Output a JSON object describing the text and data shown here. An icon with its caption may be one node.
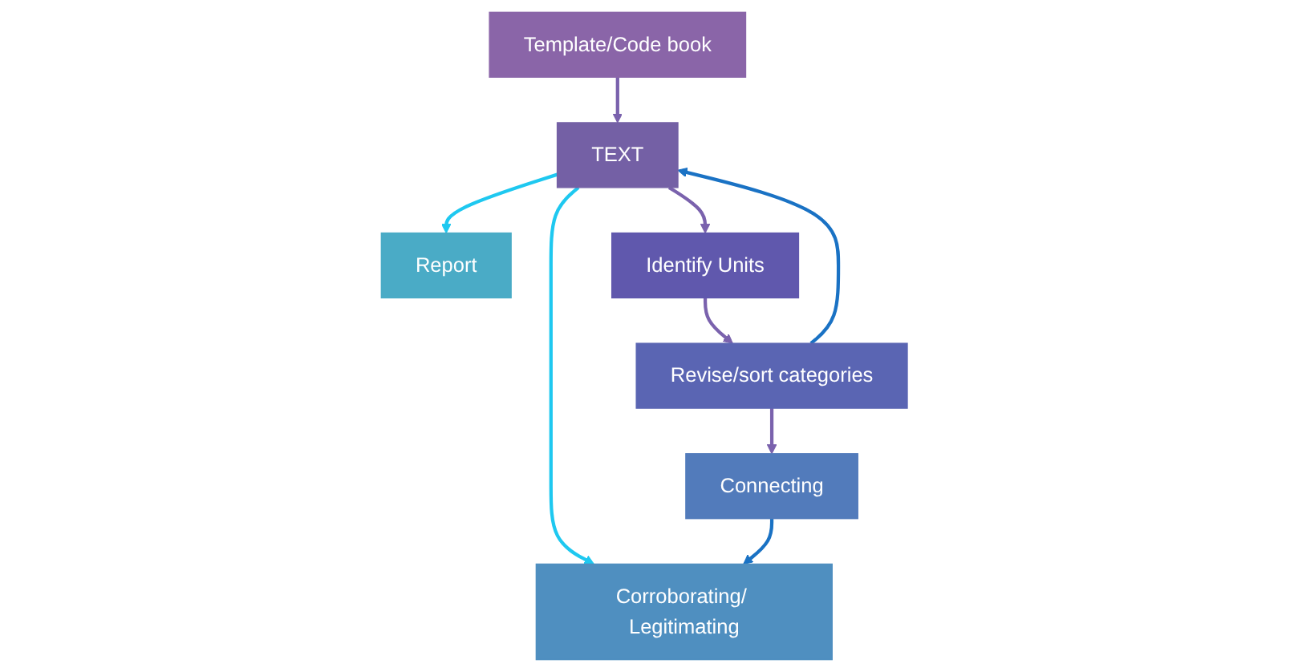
{
  "diagram": {
    "nodes": [
      {
        "text": [
          "Template/Code book"
        ]
      },
      {
        "text": [
          "Report"
        ]
      },
      {
        "text": [
          "TEXT"
        ]
      },
      {
        "text": [
          "Corroborating/ Legitimating"
        ]
      },
      {
        "text": [
          "Identify Units"
        ]
      },
      {
        "text": [
          "Revise/sort categories"
        ]
      },
      {
        "text": [
          "Connecting"
        ]
      }
    ],
    "edges": [
      {
        "from": 0,
        "to": 2,
        "arrow": "to"
      },
      {
        "from": 2,
        "to": 1,
        "arrow": "to",
        "color": "#1ec8f0"
      },
      {
        "from": 2,
        "to": 3,
        "arrow": "to",
        "color": "#1ec8f0"
      },
      {
        "from": 2,
        "to": 4,
        "arrow": "to"
      },
      {
        "from": 4,
        "to": 5,
        "arrow": "to"
      },
      {
        "from": 5,
        "to": 6,
        "arrow": "to"
      },
      {
        "from": 5,
        "to": 2,
        "arrow": "to",
        "color": "#1a72c4"
      },
      {
        "from": 6,
        "to": 3,
        "arrow": "to",
        "color": "#1a72c4"
      }
    ]
  }
}
